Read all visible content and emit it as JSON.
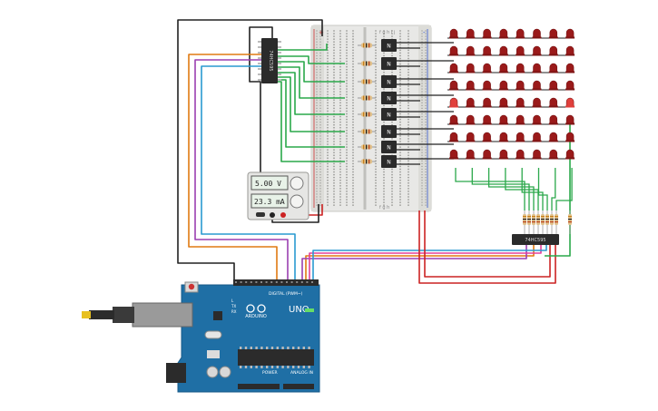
{
  "power_supply": {
    "voltage": "5.00 V",
    "current": "23.3 mA"
  },
  "shift_register_top": {
    "label": "74HC595"
  },
  "shift_register_bottom": {
    "label": "74HC595"
  },
  "arduino": {
    "brand": "ARDUINO",
    "model": "UNO",
    "on_label": "ON",
    "digital_label": "DIGITAL (PWM~)",
    "power_label": "POWER",
    "analog_label": "ANALOG IN",
    "tx_label": "TX",
    "rx_label": "RX",
    "l_label": "L"
  },
  "transistor_label": "N",
  "breadboard": {
    "plus": "+",
    "minus": "-",
    "col_labels_top": "f g h i j",
    "col_labels_bottom": "f g h"
  },
  "led_matrix": {
    "rows": 8,
    "cols": 8,
    "lit": [
      [
        4,
        0
      ],
      [
        4,
        7
      ]
    ]
  },
  "colors": {
    "led_off": "#9a1a1a",
    "led_lit": "#e0403c",
    "arduino": "#1f6fa5",
    "wire_black": "#222222",
    "wire_green": "#2aa84a",
    "wire_red": "#cc2222",
    "wire_orange": "#e07a12",
    "wire_purple": "#9b3fb0",
    "wire_pink": "#e0409a",
    "wire_blue": "#2a9ad0"
  }
}
